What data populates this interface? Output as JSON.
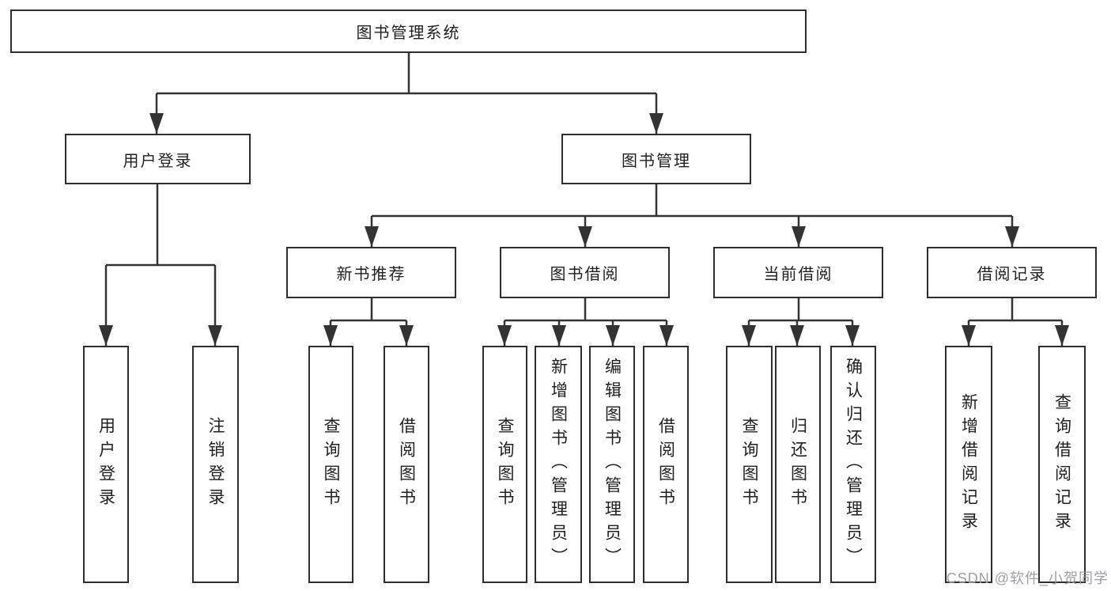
{
  "tree": {
    "root": {
      "label": "图书管理系统",
      "children": [
        {
          "label": "用户登录",
          "children": [
            {
              "label": "用户登录"
            },
            {
              "label": "注销登录"
            }
          ]
        },
        {
          "label": "图书管理",
          "children": [
            {
              "label": "新书推荐",
              "children": [
                {
                  "label": "查询图书"
                },
                {
                  "label": "借阅图书"
                }
              ]
            },
            {
              "label": "图书借阅",
              "children": [
                {
                  "label": "查询图书"
                },
                {
                  "label": "新增图书（管理员）"
                },
                {
                  "label": "编辑图书（管理员）"
                },
                {
                  "label": "借阅图书"
                }
              ]
            },
            {
              "label": "当前借阅",
              "children": [
                {
                  "label": "查询图书"
                },
                {
                  "label": "归还图书"
                },
                {
                  "label": "确认归还（管理员）"
                }
              ]
            },
            {
              "label": "借阅记录",
              "children": [
                {
                  "label": "新增借阅记录"
                },
                {
                  "label": "查询借阅记录"
                }
              ]
            }
          ]
        }
      ]
    }
  },
  "watermark": {
    "text": "CSDN @软件_小贺同学"
  },
  "colors": {
    "line": "#333333",
    "box_border": "#2e2e2e",
    "box_fill": "#ffffff",
    "text": "#1f1f1f",
    "watermark": "#9e9ea4"
  }
}
